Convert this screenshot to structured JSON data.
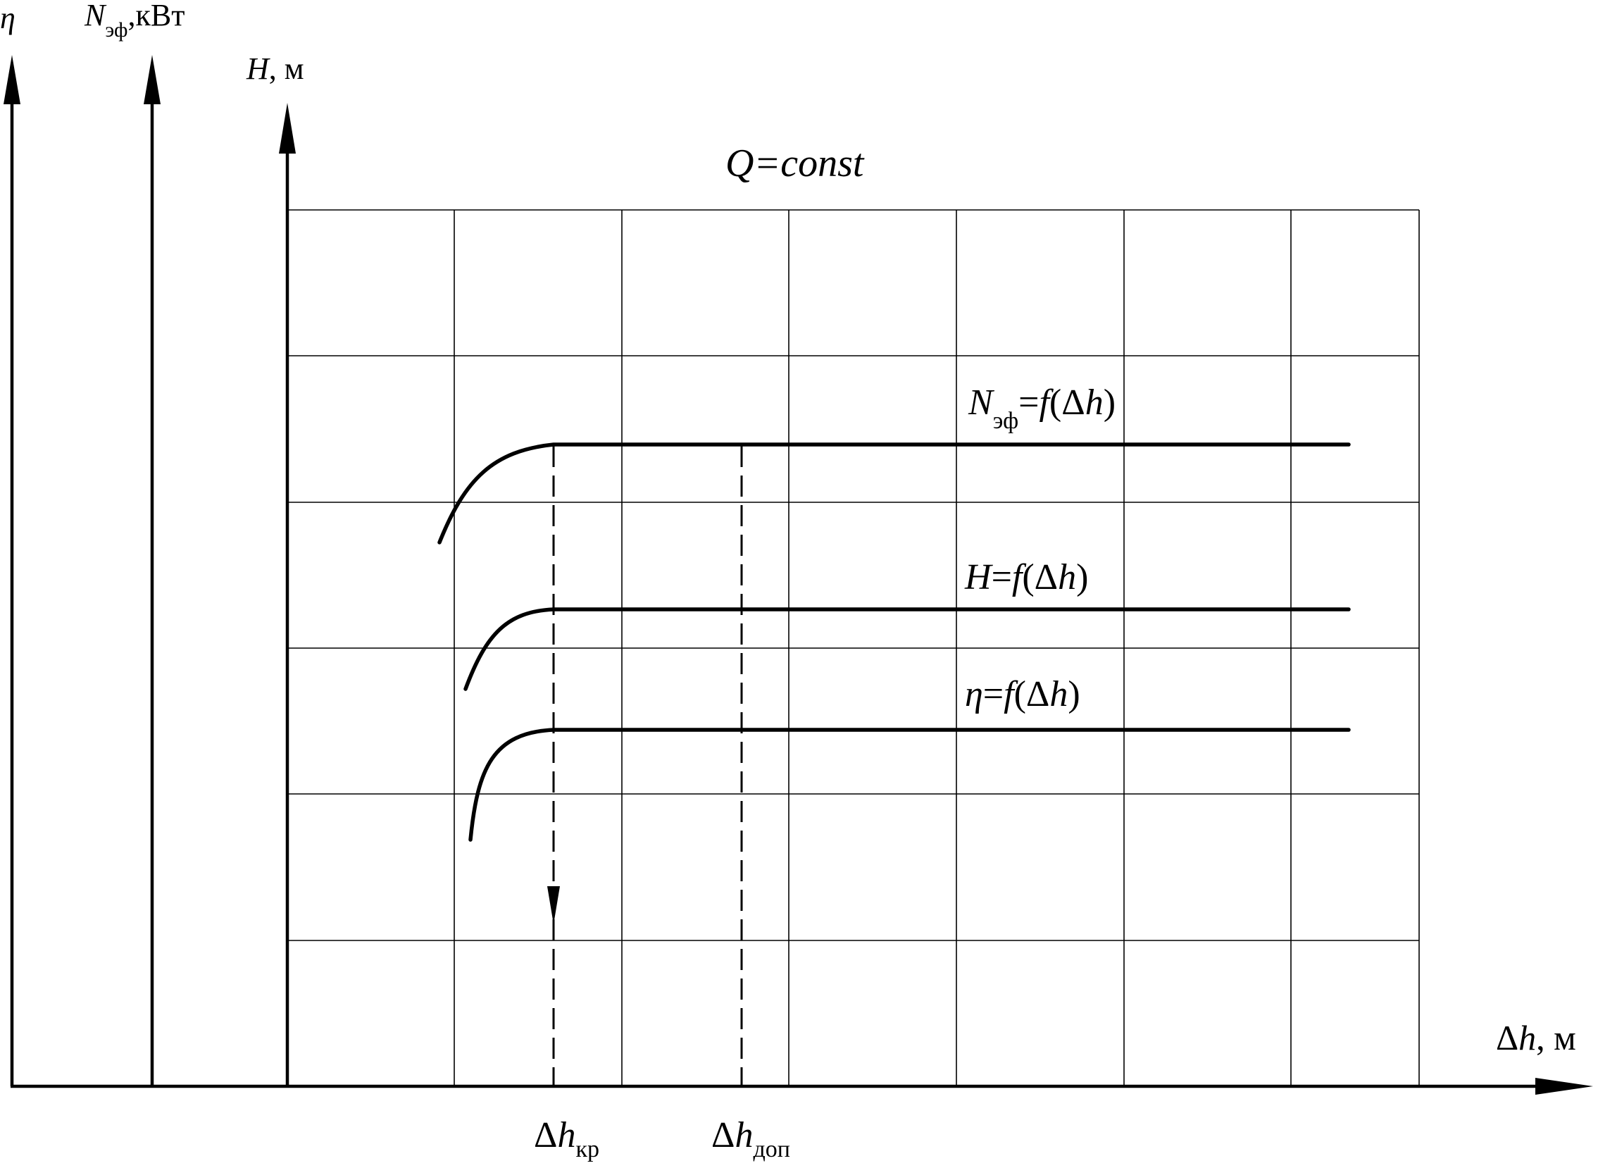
{
  "axes": {
    "eta": {
      "symbol": "η"
    },
    "power": {
      "symbol": "N",
      "subscript": "эф",
      "unit": ",кВт"
    },
    "head": {
      "symbol": "H",
      "unit": ", м"
    },
    "x": {
      "delta": "Δ",
      "symbol": "h",
      "unit": ", м"
    }
  },
  "title": {
    "text": "Q=const"
  },
  "curves": {
    "power": {
      "n": "N",
      "sub": "эф",
      "eq": "=",
      "f": "f",
      "open": "(",
      "delta": "Δ",
      "h": "h",
      "close": ")"
    },
    "head": {
      "h1": "H",
      "eq": "=",
      "f": "f",
      "open": "(",
      "delta": "Δ",
      "h": "h",
      "close": ")"
    },
    "eta": {
      "e": "η",
      "eq": "=",
      "f": "f",
      "open": "(",
      "delta": "Δ",
      "h": "h",
      "close": ")"
    }
  },
  "markers": {
    "critical": {
      "delta": "Δ",
      "h": "h",
      "sub": "кр"
    },
    "allowable": {
      "delta": "Δ",
      "h": "h",
      "sub": "доп"
    }
  },
  "colors": {
    "ink": "#000000",
    "background": "#ffffff"
  }
}
